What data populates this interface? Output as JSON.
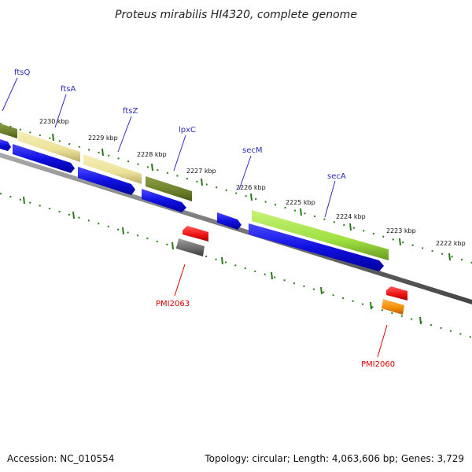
{
  "title": "Proteus mirabilis HI4320, complete genome",
  "colors": {
    "label_blue": "#2b2bbf",
    "label_red": "#e00000",
    "tick_green": "#2a7a1a",
    "backbone": "#777777",
    "cds_blue": "#1010e0",
    "ftsQ_olive": "#6b7f2a",
    "pale_yellow": "#ede29a",
    "lpxC_olive": "#6b8a22",
    "secA_lime": "#9fe040",
    "feature_red": "#ee1111",
    "feature_gray": "#666666",
    "feature_orange": "#f08a00"
  },
  "kbp_labels": [
    "2230 kbp",
    "2229 kbp",
    "2228 kbp",
    "2227 kbp",
    "2226 kbp",
    "2225 kbp",
    "2224 kbp",
    "2223 kbp",
    "2222 kbp"
  ],
  "gene_labels": [
    "ftsQ",
    "ftsA",
    "ftsZ",
    "lpxC",
    "secM",
    "secA"
  ],
  "reverse_labels": [
    "PMI2063",
    "PMI2060"
  ],
  "footer": {
    "accession": "Accession: NC_010554",
    "stats": "Topology: circular; Length: 4,063,606 bp; Genes: 3,729"
  }
}
